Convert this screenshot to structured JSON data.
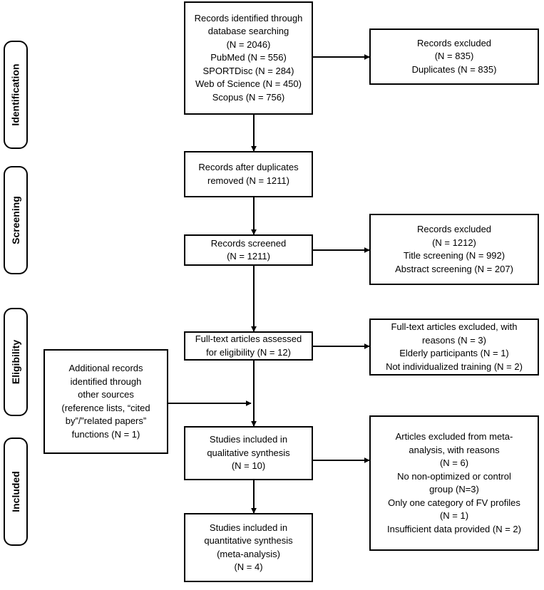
{
  "stages": {
    "identification": "Identification",
    "screening": "Screening",
    "eligibility": "Eligibility",
    "included": "Included"
  },
  "identified": {
    "lines": [
      "Records identified through",
      "database searching",
      "(N = 2046)",
      "PubMed (N = 556)",
      "SPORTDisc (N = 284)",
      "Web of Science (N = 450)",
      "Scopus (N = 756)"
    ]
  },
  "duplicates_excluded": {
    "lines": [
      "Records excluded",
      "(N = 835)",
      "Duplicates (N = 835)"
    ]
  },
  "after_duplicates": {
    "lines": [
      "Records after duplicates",
      "removed (N = 1211)"
    ]
  },
  "screened": {
    "lines": [
      "Records screened",
      "(N = 1211)"
    ]
  },
  "screen_excluded": {
    "lines": [
      "Records excluded",
      "(N = 1212)",
      "Title screening (N = 992)",
      "Abstract screening (N = 207)"
    ]
  },
  "fulltext": {
    "lines": [
      "Full-text articles assessed",
      "for eligibility (N = 12)"
    ]
  },
  "fulltext_excluded": {
    "lines": [
      "Full-text articles excluded, with",
      "reasons (N = 3)",
      "Elderly participants (N = 1)",
      "Not individualized training (N = 2)"
    ]
  },
  "additional": {
    "lines": [
      "Additional records",
      "identified through",
      "other sources",
      "(reference lists, “cited",
      "by”/”related papers”",
      "functions (N = 1)"
    ]
  },
  "qualitative": {
    "lines": [
      "Studies included in",
      "qualitative synthesis",
      "(N = 10)"
    ]
  },
  "meta_excluded": {
    "lines": [
      "Articles excluded from meta-",
      "analysis, with reasons",
      "(N = 6)",
      "No non-optimized or control",
      "group (N=3)",
      "Only one category of FV profiles",
      "(N = 1)",
      "Insufficient data provided (N = 2)"
    ]
  },
  "quantitative": {
    "lines": [
      "Studies included in",
      "quantitative synthesis",
      "(meta-analysis)",
      "(N = 4)"
    ]
  }
}
